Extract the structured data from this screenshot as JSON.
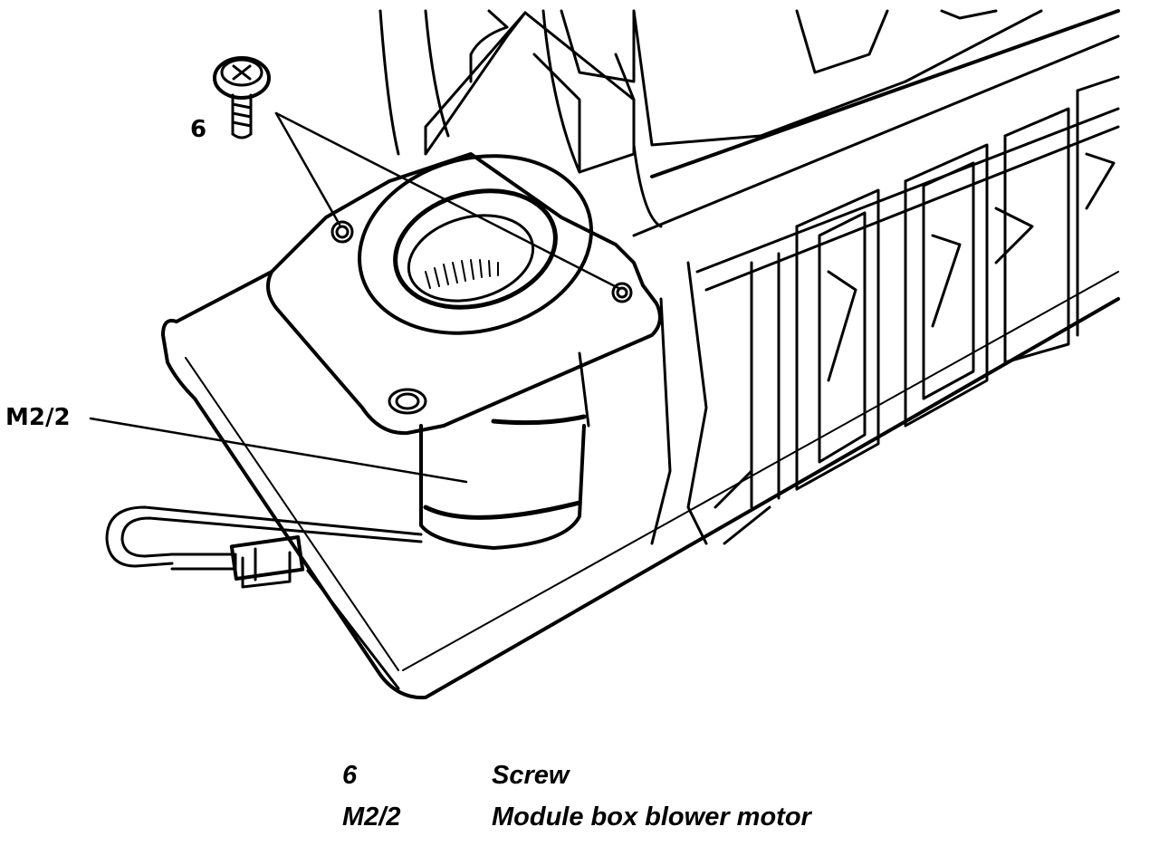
{
  "callouts": {
    "screw": "6",
    "blower_motor": "M2/2"
  },
  "legend": [
    {
      "key": "6",
      "description": "Screw"
    },
    {
      "key": "M2/2",
      "description": "Module box blower motor"
    }
  ],
  "colors": {
    "ink": "#000000",
    "background": "#ffffff"
  }
}
